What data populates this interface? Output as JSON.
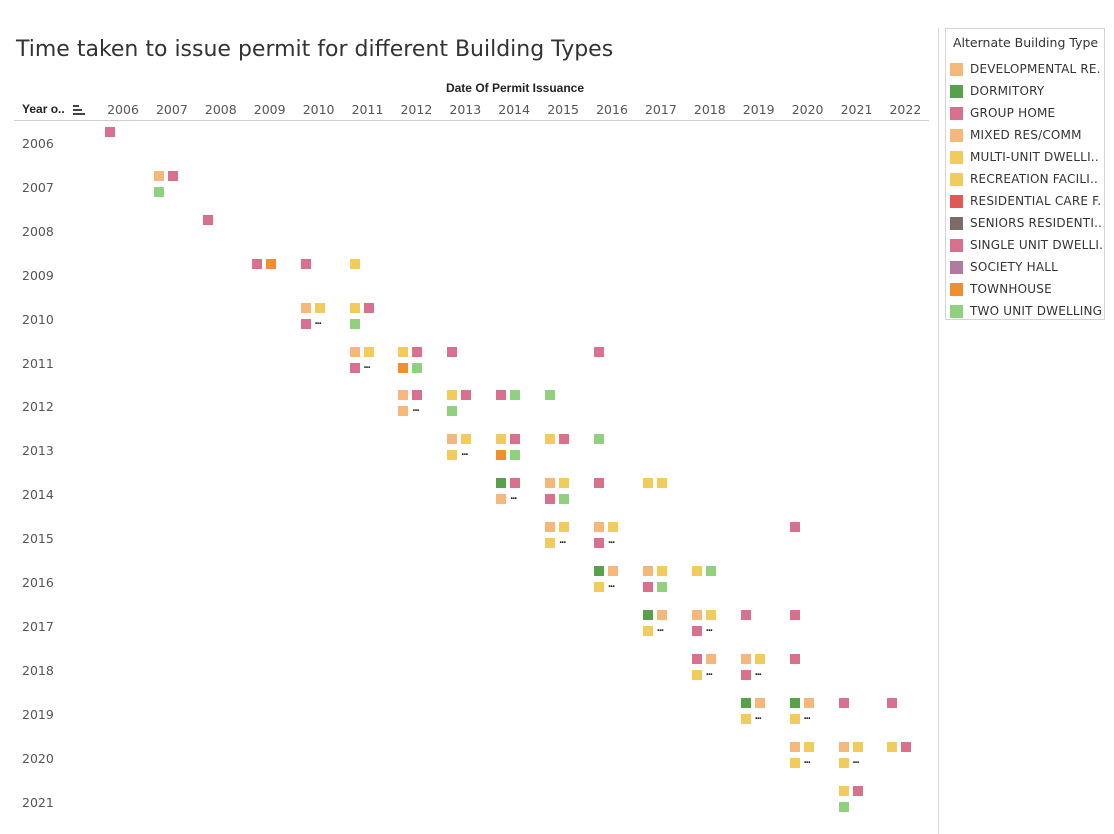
{
  "title": "Time taken to issue permit for different Building Types",
  "colors": {
    "dev": "#f5b87a",
    "dorm": "#57a14a",
    "group": "#d9708d",
    "mixed": "#f5b87a",
    "multi": "#f2cb5b",
    "rec": "#f2cb5b",
    "resc": "#e45757",
    "senior": "#7b6c66",
    "single": "#d9708d",
    "society": "#b07aa1",
    "town": "#f28e2b",
    "two": "#8fd17e"
  },
  "legend": {
    "title": "Alternate Building Type",
    "items": [
      {
        "label": "DEVELOPMENTAL RE..",
        "key": "dev"
      },
      {
        "label": "DORMITORY",
        "key": "dorm"
      },
      {
        "label": "GROUP HOME",
        "key": "group"
      },
      {
        "label": "MIXED RES/COMM",
        "key": "mixed"
      },
      {
        "label": "MULTI-UNIT DWELLI..",
        "key": "multi"
      },
      {
        "label": "RECREATION FACILI..",
        "key": "rec"
      },
      {
        "label": "RESIDENTIAL CARE F..",
        "key": "resc"
      },
      {
        "label": "SENIORS RESIDENTI..",
        "key": "senior"
      },
      {
        "label": "SINGLE UNIT DWELLI..",
        "key": "single"
      },
      {
        "label": "SOCIETY HALL",
        "key": "society"
      },
      {
        "label": "TOWNHOUSE",
        "key": "town"
      },
      {
        "label": "TWO UNIT DWELLING",
        "key": "two"
      }
    ]
  },
  "more_glyph": "...",
  "chart_data": {
    "type": "heatmap",
    "title": "Time taken to issue permit for different Building Types",
    "xlabel": "Date Of Permit Issuance",
    "ylabel": "Year o..",
    "columns": [
      "2006",
      "2007",
      "2008",
      "2009",
      "2010",
      "2011",
      "2012",
      "2013",
      "2014",
      "2015",
      "2016",
      "2017",
      "2018",
      "2019",
      "2020",
      "2021",
      "2022"
    ],
    "rows": [
      "2006",
      "2007",
      "2008",
      "2009",
      "2010",
      "2011",
      "2012",
      "2013",
      "2014",
      "2015",
      "2016",
      "2017",
      "2018",
      "2019",
      "2020",
      "2021"
    ],
    "cells": [
      {
        "row": "2006",
        "col": "2006",
        "marks": [
          "single"
        ]
      },
      {
        "row": "2007",
        "col": "2007",
        "marks": [
          "dev",
          "single",
          "two"
        ]
      },
      {
        "row": "2008",
        "col": "2008",
        "marks": [
          "single"
        ]
      },
      {
        "row": "2009",
        "col": "2009",
        "marks": [
          "single",
          "town"
        ]
      },
      {
        "row": "2009",
        "col": "2010",
        "marks": [
          "single"
        ]
      },
      {
        "row": "2009",
        "col": "2011",
        "marks": [
          "multi"
        ]
      },
      {
        "row": "2010",
        "col": "2010",
        "marks": [
          "dev",
          "multi",
          "single"
        ],
        "more": true
      },
      {
        "row": "2010",
        "col": "2011",
        "marks": [
          "multi",
          "single",
          "two"
        ]
      },
      {
        "row": "2011",
        "col": "2011",
        "marks": [
          "dev",
          "multi",
          "single"
        ],
        "more": true
      },
      {
        "row": "2011",
        "col": "2012",
        "marks": [
          "multi",
          "single",
          "town",
          "two"
        ]
      },
      {
        "row": "2011",
        "col": "2013",
        "marks": [
          "single"
        ]
      },
      {
        "row": "2011",
        "col": "2016",
        "marks": [
          "single"
        ]
      },
      {
        "row": "2012",
        "col": "2012",
        "marks": [
          "dev",
          "single",
          "dev"
        ],
        "more": true
      },
      {
        "row": "2012",
        "col": "2013",
        "marks": [
          "multi",
          "single",
          "two"
        ]
      },
      {
        "row": "2012",
        "col": "2014",
        "marks": [
          "single",
          "two"
        ]
      },
      {
        "row": "2012",
        "col": "2015",
        "marks": [
          "two"
        ]
      },
      {
        "row": "2013",
        "col": "2013",
        "marks": [
          "dev",
          "multi",
          "multi"
        ],
        "more": true
      },
      {
        "row": "2013",
        "col": "2014",
        "marks": [
          "multi",
          "single",
          "town",
          "two"
        ]
      },
      {
        "row": "2013",
        "col": "2015",
        "marks": [
          "multi",
          "single"
        ]
      },
      {
        "row": "2013",
        "col": "2016",
        "marks": [
          "two"
        ]
      },
      {
        "row": "2014",
        "col": "2014",
        "marks": [
          "dorm",
          "single",
          "dev"
        ],
        "more": true
      },
      {
        "row": "2014",
        "col": "2015",
        "marks": [
          "dev",
          "multi",
          "single",
          "two"
        ]
      },
      {
        "row": "2014",
        "col": "2016",
        "marks": [
          "single"
        ]
      },
      {
        "row": "2014",
        "col": "2017",
        "marks": [
          "multi",
          "multi"
        ]
      },
      {
        "row": "2015",
        "col": "2015",
        "marks": [
          "dev",
          "multi",
          "multi"
        ],
        "more": true
      },
      {
        "row": "2015",
        "col": "2016",
        "marks": [
          "dev",
          "multi",
          "single"
        ],
        "more": true
      },
      {
        "row": "2015",
        "col": "2020",
        "marks": [
          "single"
        ]
      },
      {
        "row": "2016",
        "col": "2016",
        "marks": [
          "dorm",
          "dev",
          "multi"
        ],
        "more": true
      },
      {
        "row": "2016",
        "col": "2017",
        "marks": [
          "dev",
          "multi",
          "single",
          "two"
        ]
      },
      {
        "row": "2016",
        "col": "2018",
        "marks": [
          "multi",
          "two"
        ]
      },
      {
        "row": "2017",
        "col": "2017",
        "marks": [
          "dorm",
          "dev",
          "multi"
        ],
        "more": true
      },
      {
        "row": "2017",
        "col": "2018",
        "marks": [
          "dev",
          "multi",
          "single"
        ],
        "more": true
      },
      {
        "row": "2017",
        "col": "2019",
        "marks": [
          "single"
        ]
      },
      {
        "row": "2017",
        "col": "2020",
        "marks": [
          "single"
        ]
      },
      {
        "row": "2018",
        "col": "2018",
        "marks": [
          "single",
          "dev",
          "multi"
        ],
        "more": true
      },
      {
        "row": "2018",
        "col": "2019",
        "marks": [
          "dev",
          "multi",
          "single"
        ],
        "more": true
      },
      {
        "row": "2018",
        "col": "2020",
        "marks": [
          "single"
        ]
      },
      {
        "row": "2019",
        "col": "2019",
        "marks": [
          "dorm",
          "dev",
          "multi"
        ],
        "more": true
      },
      {
        "row": "2019",
        "col": "2020",
        "marks": [
          "dorm",
          "dev",
          "multi"
        ],
        "more": true
      },
      {
        "row": "2019",
        "col": "2021",
        "marks": [
          "single"
        ]
      },
      {
        "row": "2019",
        "col": "2022",
        "marks": [
          "single"
        ]
      },
      {
        "row": "2020",
        "col": "2020",
        "marks": [
          "dev",
          "multi",
          "multi"
        ],
        "more": true
      },
      {
        "row": "2020",
        "col": "2021",
        "marks": [
          "dev",
          "multi",
          "multi"
        ],
        "more": true
      },
      {
        "row": "2020",
        "col": "2022",
        "marks": [
          "multi",
          "single"
        ]
      },
      {
        "row": "2021",
        "col": "2021",
        "marks": [
          "multi",
          "single",
          "two"
        ]
      }
    ]
  }
}
